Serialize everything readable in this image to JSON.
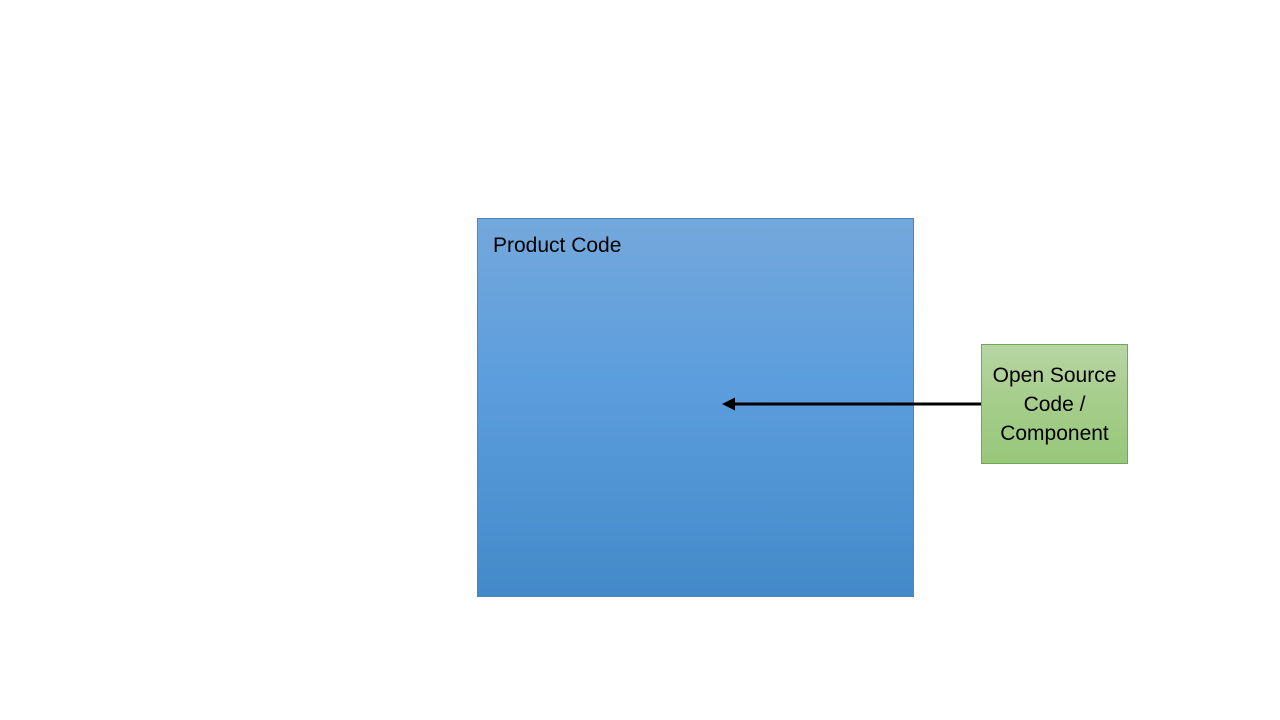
{
  "diagram": {
    "nodes": [
      {
        "id": "product",
        "label": "Product Code",
        "fill": "#5b9ddd"
      },
      {
        "id": "oss",
        "label": "Open Source Code / Component",
        "fill": "#a5cd8a"
      }
    ],
    "edges": [
      {
        "from": "oss",
        "to": "product",
        "color": "#000000"
      }
    ]
  }
}
